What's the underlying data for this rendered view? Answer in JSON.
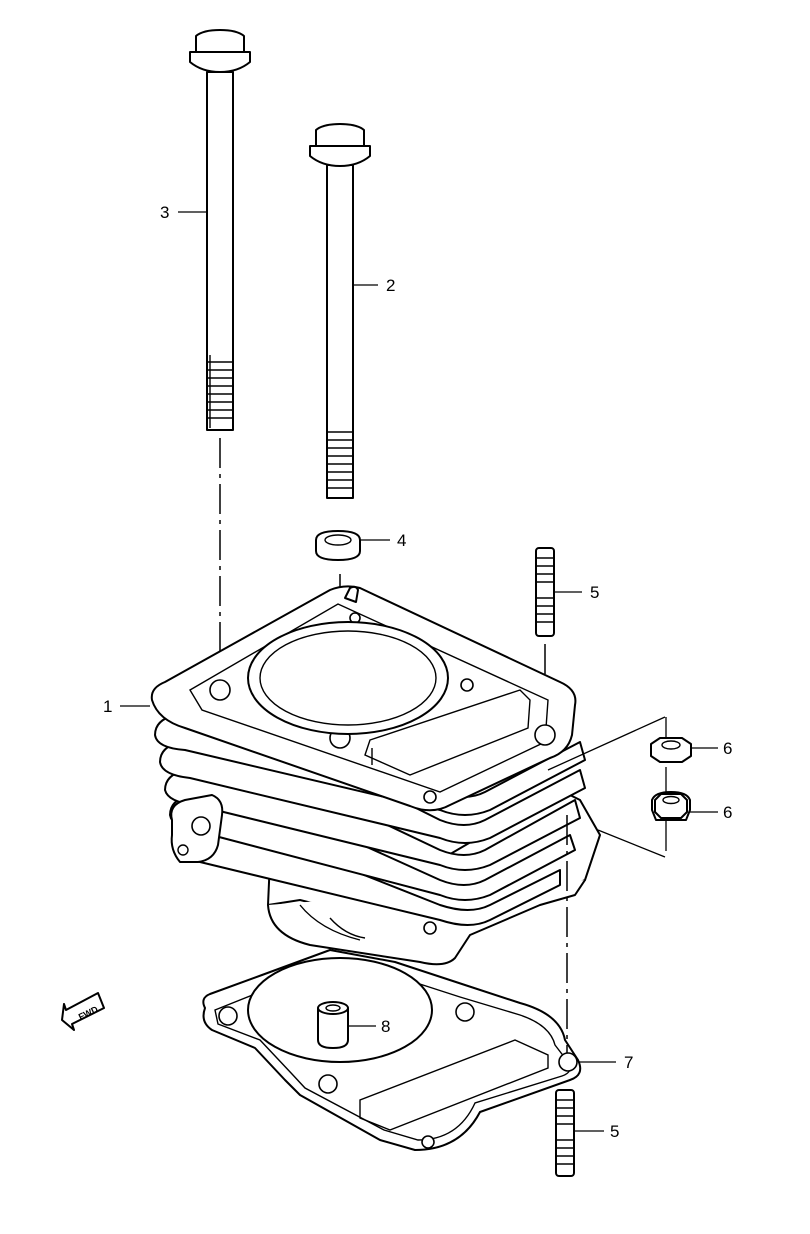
{
  "diagram": {
    "direction_arrow": {
      "label": "FWD",
      "icon": "forward-arrow-icon"
    },
    "callouts": [
      {
        "id": "callout-1",
        "label": "1"
      },
      {
        "id": "callout-2",
        "label": "2"
      },
      {
        "id": "callout-3",
        "label": "3"
      },
      {
        "id": "callout-4",
        "label": "4"
      },
      {
        "id": "callout-5-top",
        "label": "5"
      },
      {
        "id": "callout-5-bottom",
        "label": "5"
      },
      {
        "id": "callout-6-top",
        "label": "6"
      },
      {
        "id": "callout-6-bottom",
        "label": "6"
      },
      {
        "id": "callout-7",
        "label": "7"
      },
      {
        "id": "callout-8",
        "label": "8"
      }
    ],
    "colors": {
      "line": "#000000",
      "background": "#ffffff"
    }
  }
}
